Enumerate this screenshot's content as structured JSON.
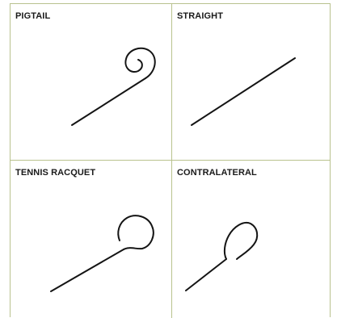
{
  "cells": [
    {
      "label": "PIGTAIL"
    },
    {
      "label": "STRAIGHT"
    },
    {
      "label": "TENNIS RACQUET"
    },
    {
      "label": "CONTRALATERAL"
    }
  ]
}
